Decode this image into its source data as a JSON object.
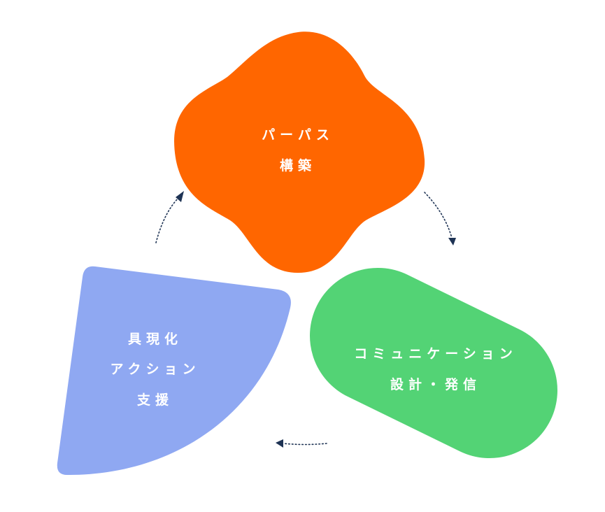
{
  "diagram": {
    "nodes": {
      "purpose": {
        "lines": [
          "パーパス",
          "構築"
        ],
        "color": "#ff6600"
      },
      "communication": {
        "lines": [
          "コミュニケーション",
          "設計・発信"
        ],
        "color": "#53d375"
      },
      "action": {
        "lines": [
          "具現化",
          "アクション",
          "支援"
        ],
        "color": "#8fa8f2"
      }
    },
    "arrow_color": "#1e3354",
    "flow": [
      "purpose",
      "communication",
      "action",
      "purpose"
    ]
  }
}
